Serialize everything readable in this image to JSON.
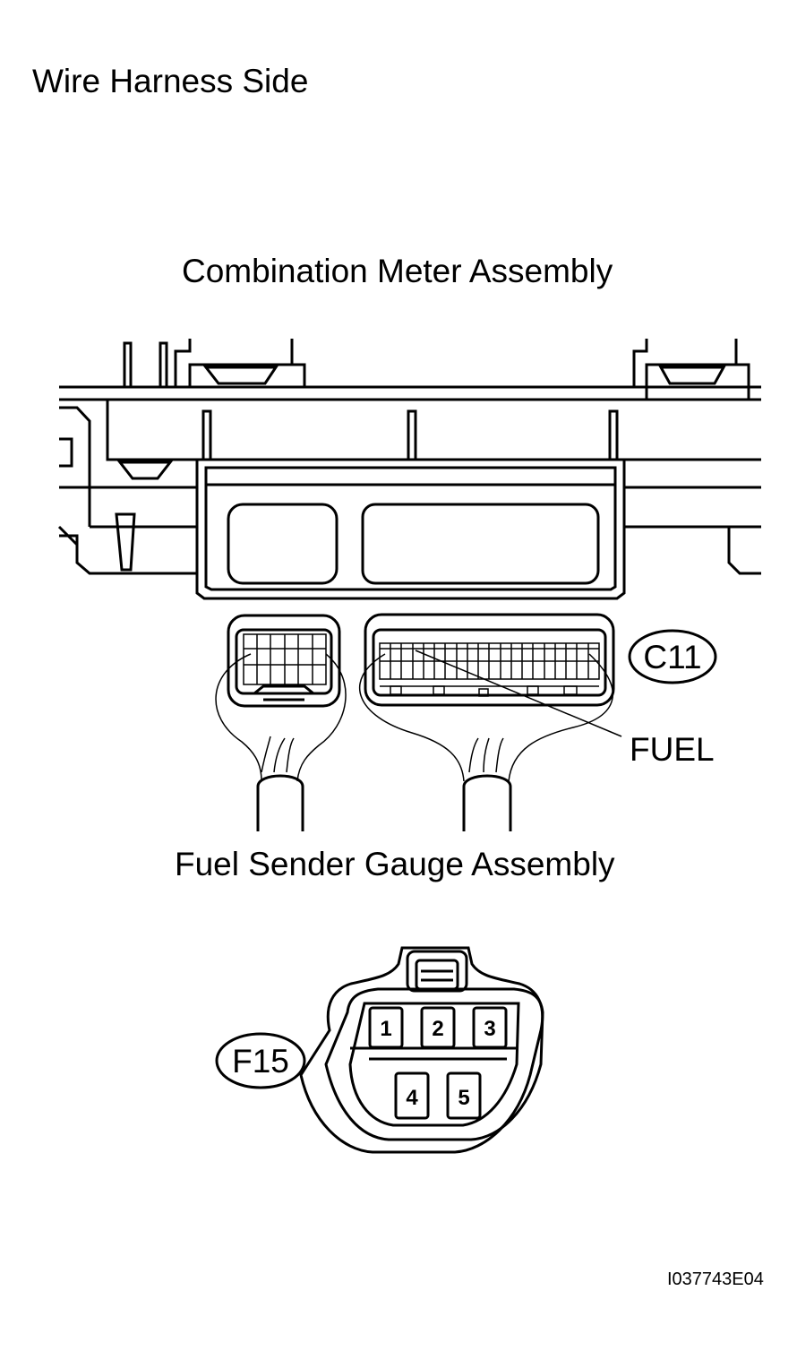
{
  "title": "Wire Harness Side",
  "combination_meter": {
    "label": "Combination Meter Assembly",
    "connector_tag": "C11",
    "terminal_label": "FUEL"
  },
  "fuel_sender": {
    "label": "Fuel Sender Gauge Assembly",
    "connector_tag": "F15",
    "pins": [
      "1",
      "2",
      "3",
      "4",
      "5"
    ]
  },
  "part_code": "I037743E04"
}
